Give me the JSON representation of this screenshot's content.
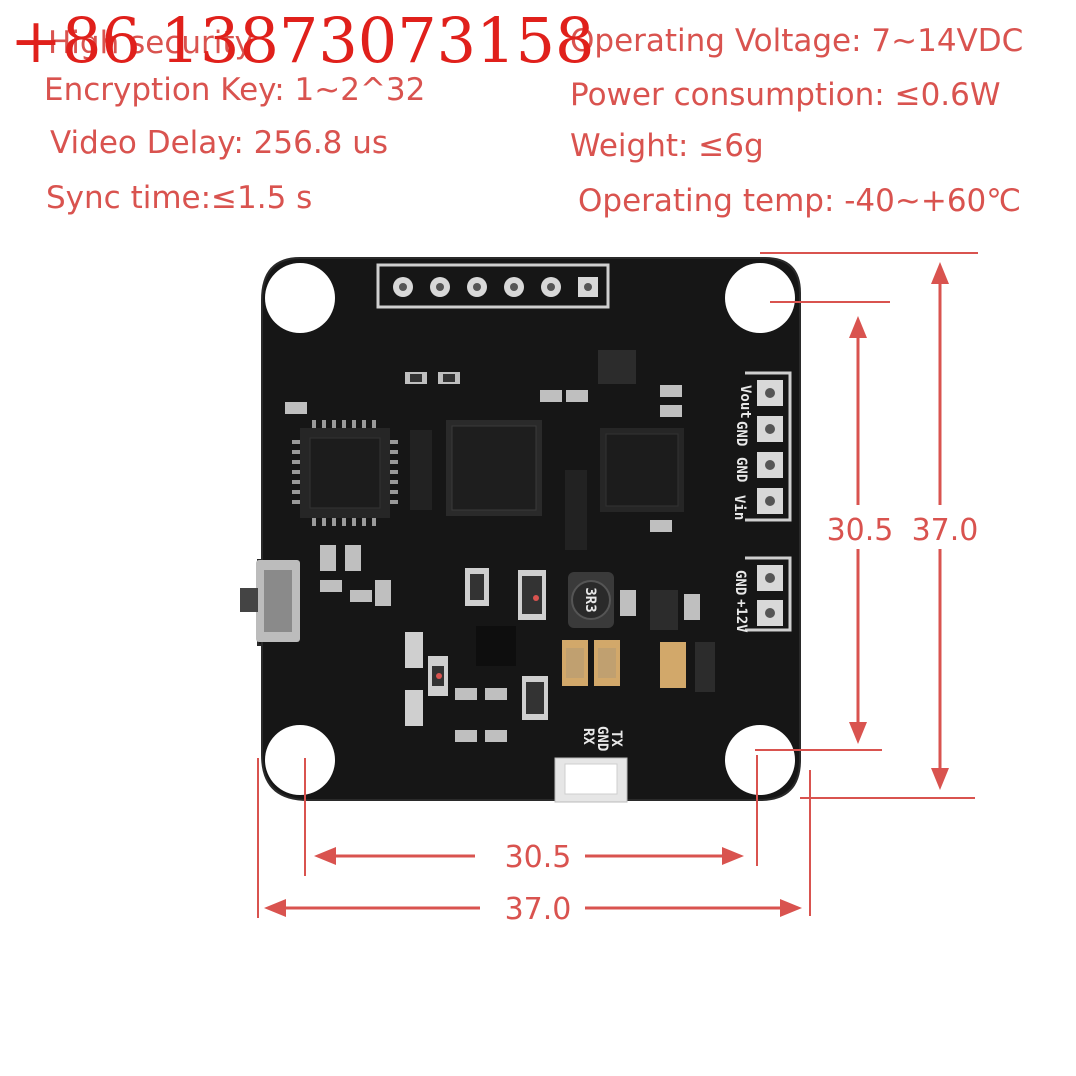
{
  "overlay": {
    "phone": "+86 13873073158"
  },
  "specs_left": [
    "High security",
    "Encryption Key: 1~2^32",
    "Video Delay: 256.8 us",
    "Sync time:≤1.5 s"
  ],
  "specs_right": [
    "Operating Voltage: 7~14VDC",
    "Power consumption: ≤0.6W",
    "Weight: ≤6g",
    "Operating temp: -40~+60℃"
  ],
  "pcb": {
    "pin_labels_right": [
      "Vout",
      "GND",
      "GND",
      "Vin"
    ],
    "power_labels": [
      "GND",
      "+12V"
    ],
    "uart_labels": [
      "TX",
      "GND",
      "RX"
    ],
    "inductor_mark": "3R3"
  },
  "dimensions": {
    "horizontal_inner": "30.5",
    "horizontal_outer": "37.0",
    "vertical_inner": "30.5",
    "vertical_outer": "37.0"
  },
  "colors": {
    "accent": "#d9534f",
    "phone": "#e0201b",
    "board": "#161616"
  }
}
